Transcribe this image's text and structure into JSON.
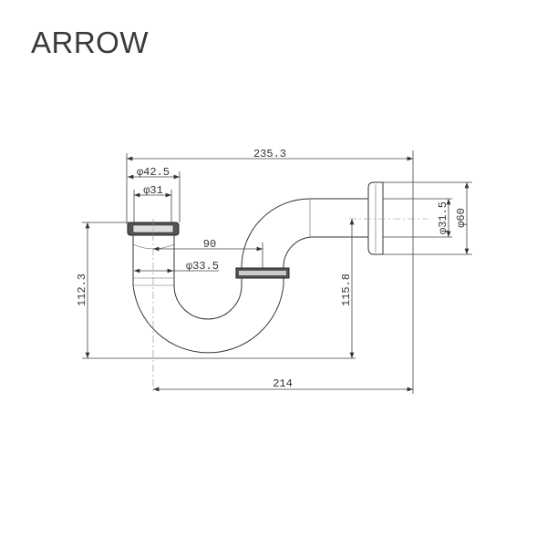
{
  "brand": "ARROW",
  "dimensions": {
    "overall_width": "235.3",
    "inlet_outer_diameter": "φ42.5",
    "inlet_inner_diameter": "φ31",
    "trap_offset": "90",
    "pipe_diameter": "φ33.5",
    "inlet_height": "112.3",
    "outlet_height": "115.8",
    "outlet_diameter": "φ31.5",
    "flange_diameter": "φ60",
    "bottom_width": "214"
  }
}
